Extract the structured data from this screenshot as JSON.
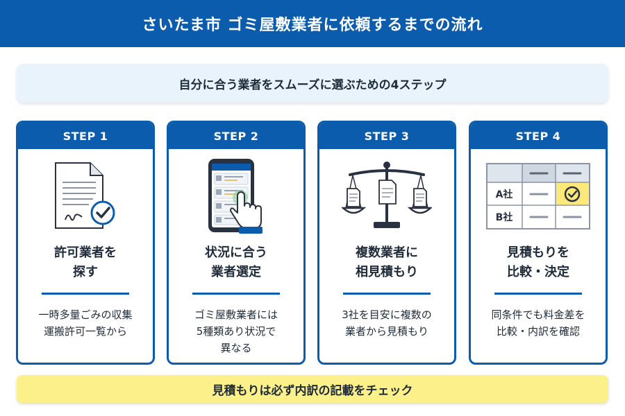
{
  "header": {
    "title": "さいたま市 ゴミ屋敷業者に依頼するまでの流れ"
  },
  "subtitle": {
    "text": "自分に合う業者をスムーズに選ぶための4ステップ"
  },
  "steps": [
    {
      "label": "STEP 1",
      "title": "許可業者を\n探す",
      "description": "一時多量ごみの収集\n運搬許可一覧から",
      "icon": "document-check-icon"
    },
    {
      "label": "STEP 2",
      "title": "状況に合う\n業者選定",
      "description": "ゴミ屋敷業者には\n5種類あり状況で\n異なる",
      "icon": "smartphone-tap-icon"
    },
    {
      "label": "STEP 3",
      "title": "複数業者に\n相見積もり",
      "description": "3社を目安に複数の\n業者から見積もり",
      "icon": "balance-scale-icon"
    },
    {
      "label": "STEP 4",
      "title": "見積もりを\n比較・決定",
      "description": "同条件でも料金差を\n比較・内訳を確認",
      "icon": "comparison-table-icon"
    }
  ],
  "comparison_table": {
    "rows": [
      "A社",
      "B社"
    ]
  },
  "footer": {
    "text": "見積もりは必ず内訳の記載をチェック"
  },
  "colors": {
    "primary": "#0b5cad",
    "subtitle_bg": "#e9f3fc",
    "footer_bg": "#fcf08a",
    "highlight": "#fce97a"
  }
}
